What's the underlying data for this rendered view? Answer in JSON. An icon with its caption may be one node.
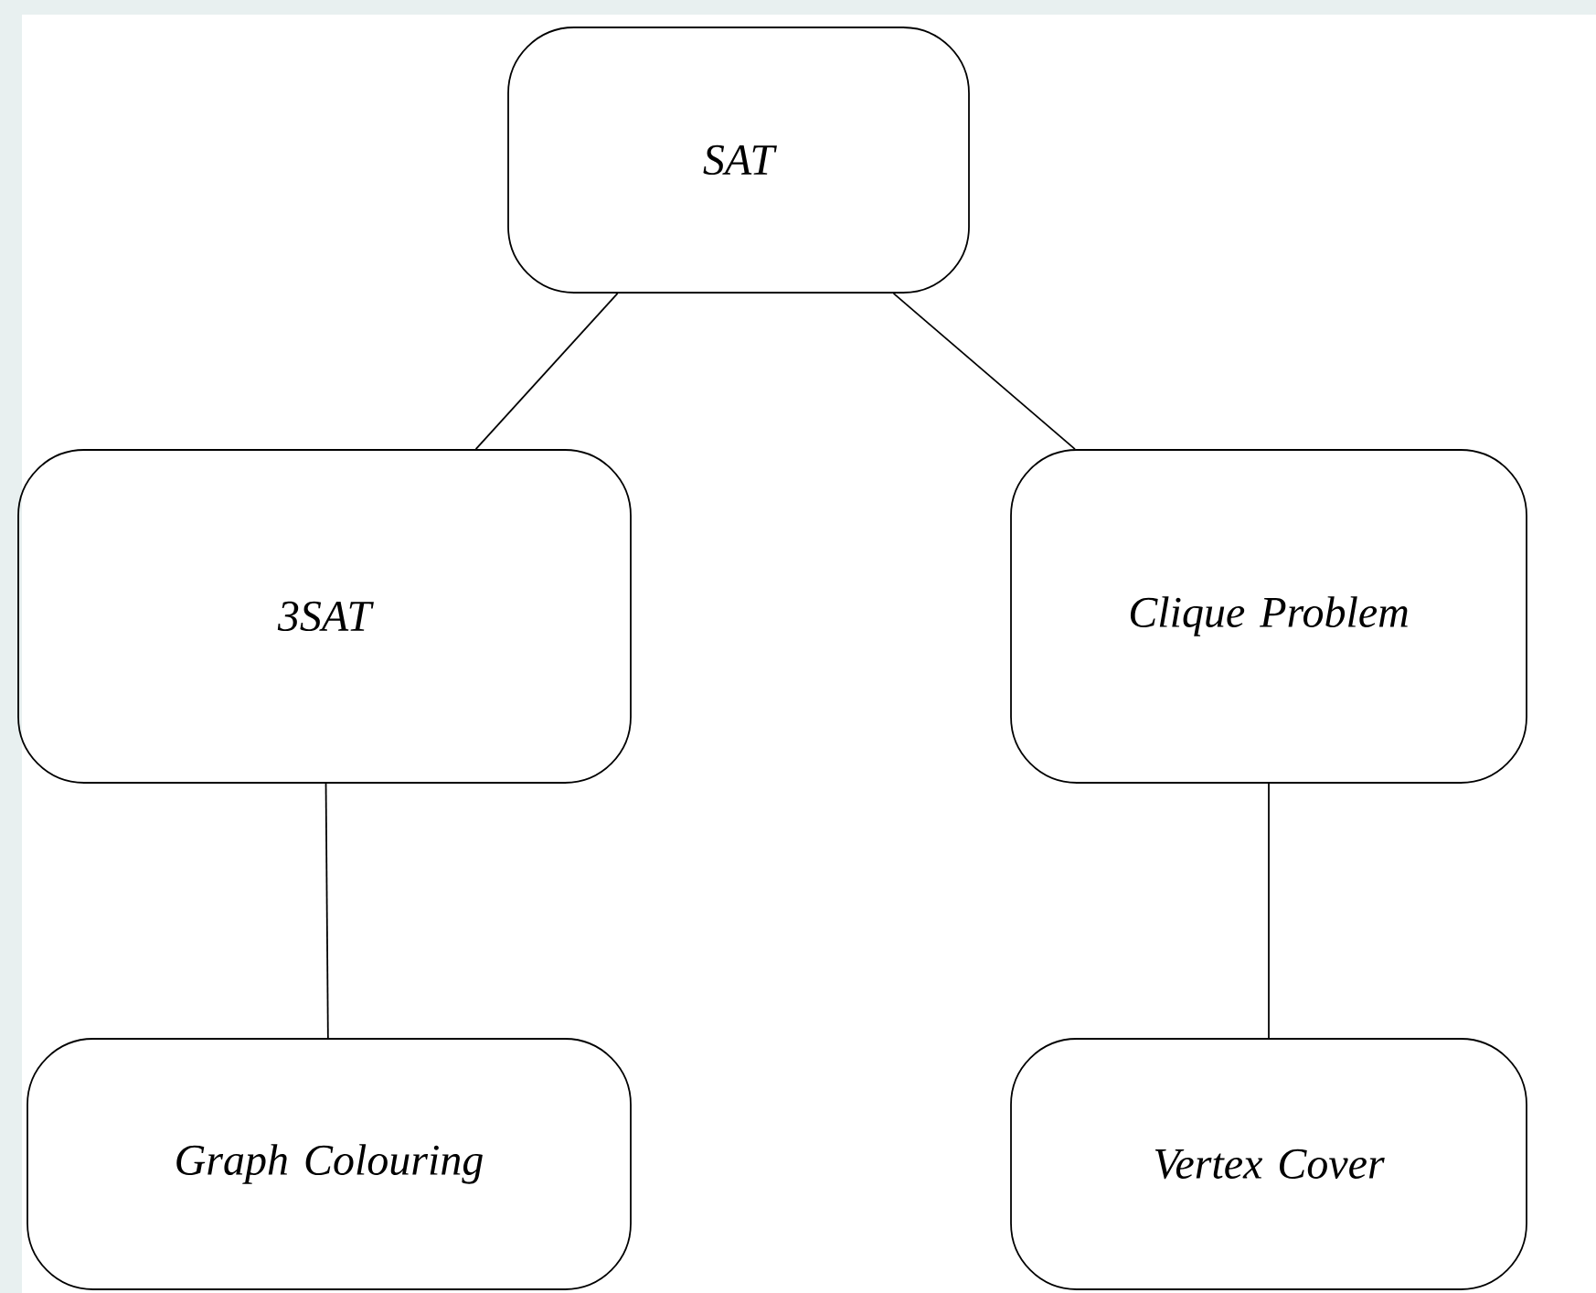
{
  "diagram": {
    "nodes": [
      {
        "text": [
          "SAT"
        ]
      },
      {
        "text": [
          "3SAT"
        ]
      },
      {
        "text": [
          "Clique Problem"
        ]
      },
      {
        "text": [
          "Graph Colouring"
        ]
      },
      {
        "text": [
          "Vertex Cover"
        ]
      }
    ],
    "edges": [
      {
        "from": 0,
        "to": 1,
        "arrow": "none"
      },
      {
        "from": 0,
        "to": 2,
        "arrow": "none"
      },
      {
        "from": 1,
        "to": 3,
        "arrow": "none"
      },
      {
        "from": 2,
        "to": 4,
        "arrow": "none"
      }
    ]
  }
}
